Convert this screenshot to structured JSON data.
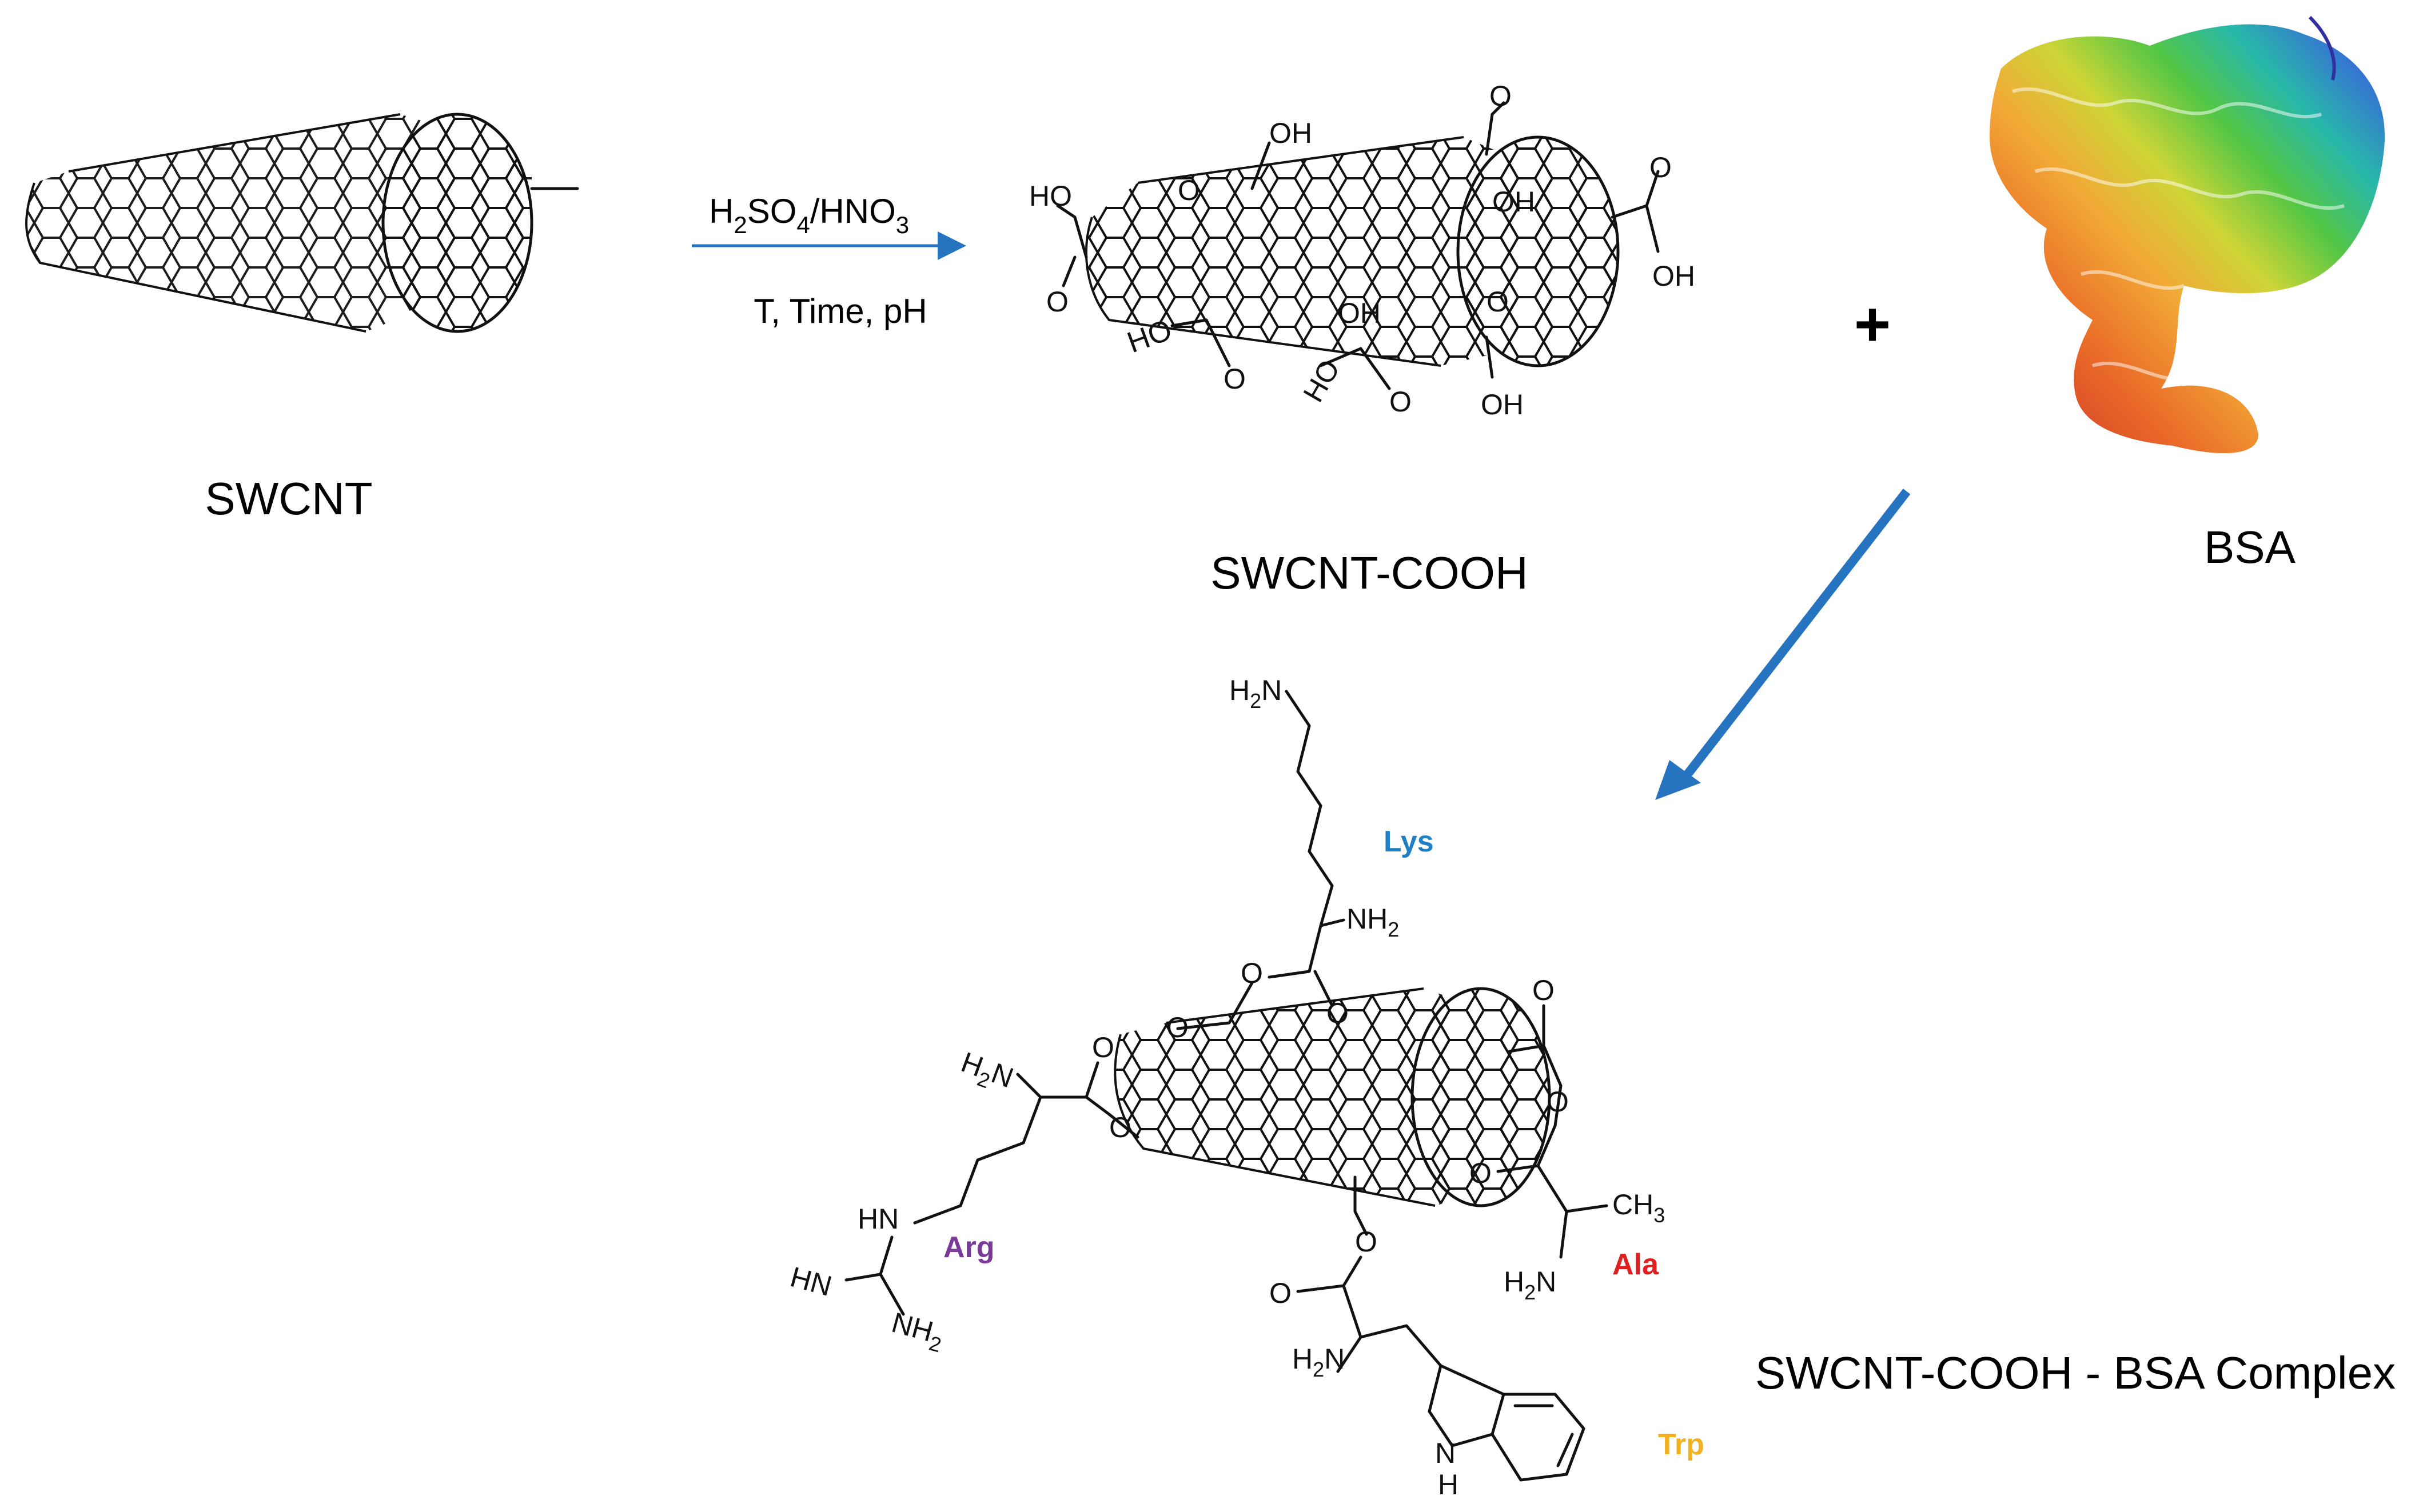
{
  "labels": {
    "swcnt": "SWCNT",
    "swcnt_cooh": "SWCNT-COOH",
    "bsa": "BSA",
    "complex": "SWCNT-COOH - BSA Complex",
    "plus": "+"
  },
  "reaction": {
    "reagent_main": "H",
    "reagent_sub1": "2",
    "reagent_mid1": "SO",
    "reagent_sub2": "4",
    "reagent_mid2": "/HNO",
    "reagent_sub3": "3",
    "conditions": "T, Time, pH"
  },
  "groups": {
    "ho": "HO",
    "oh": "OH",
    "o": "O",
    "h2n": "H",
    "nh2": "NH",
    "two": "2",
    "hn": "HN",
    "nh": "H",
    "n": "N",
    "ch3": "CH",
    "three": "3"
  },
  "amino_acids": [
    {
      "name": "Lys",
      "color": "#1f7fc4"
    },
    {
      "name": "Arg",
      "color": "#7a3a9a"
    },
    {
      "name": "Ala",
      "color": "#e02020"
    },
    {
      "name": "Trp",
      "color": "#f0b020"
    }
  ],
  "colors": {
    "arrow": "#2673c0",
    "protein_gradient": [
      "#c01010",
      "#e85a10",
      "#f0a020",
      "#d0d020",
      "#50c020",
      "#10b0a0",
      "#2060d0",
      "#3030a0"
    ]
  }
}
